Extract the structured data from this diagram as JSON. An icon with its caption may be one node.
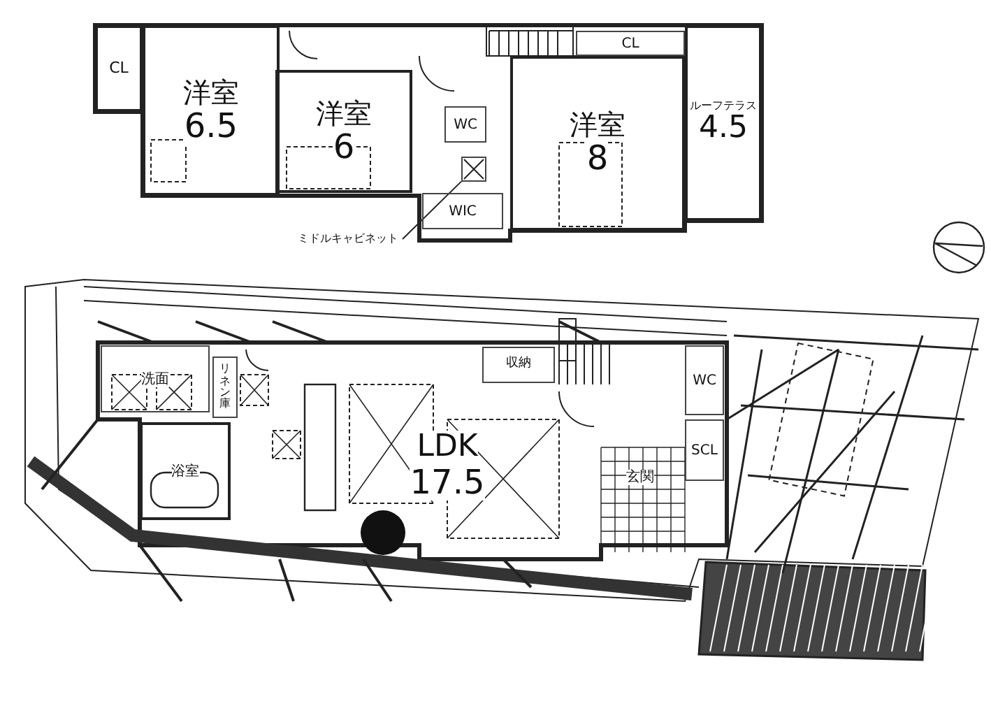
{
  "diagram": {
    "nodes": [
      {
        "text": [
          "洋室",
          "6.5"
        ]
      },
      {
        "text": [
          "CL"
        ]
      },
      {
        "text": [
          "洋室",
          "6"
        ]
      },
      {
        "text": [
          "WC"
        ]
      },
      {
        "text": [
          "WIC"
        ]
      },
      {
        "text": [
          "洋室",
          "8"
        ]
      },
      {
        "text": [
          "CL"
        ]
      },
      {
        "text": [
          "ルーフテラス",
          "4.5"
        ]
      },
      {
        "text": [
          "ミドルキャビネット"
        ]
      },
      {
        "text": [],
        "shape": "box"
      },
      {
        "text": [
          "洗面"
        ]
      },
      {
        "text": [
          "浴室"
        ]
      },
      {
        "text": [
          "リネン庫"
        ]
      },
      {
        "text": [
          "収納"
        ]
      },
      {
        "text": [
          "LDK",
          "17.5"
        ]
      },
      {
        "text": [
          "玄関"
        ]
      },
      {
        "text": [
          "WC"
        ]
      },
      {
        "text": [
          "SCL"
        ]
      }
    ],
    "edges": [
      {
        "from": 8,
        "to": 9,
        "arrow": "none"
      }
    ]
  }
}
